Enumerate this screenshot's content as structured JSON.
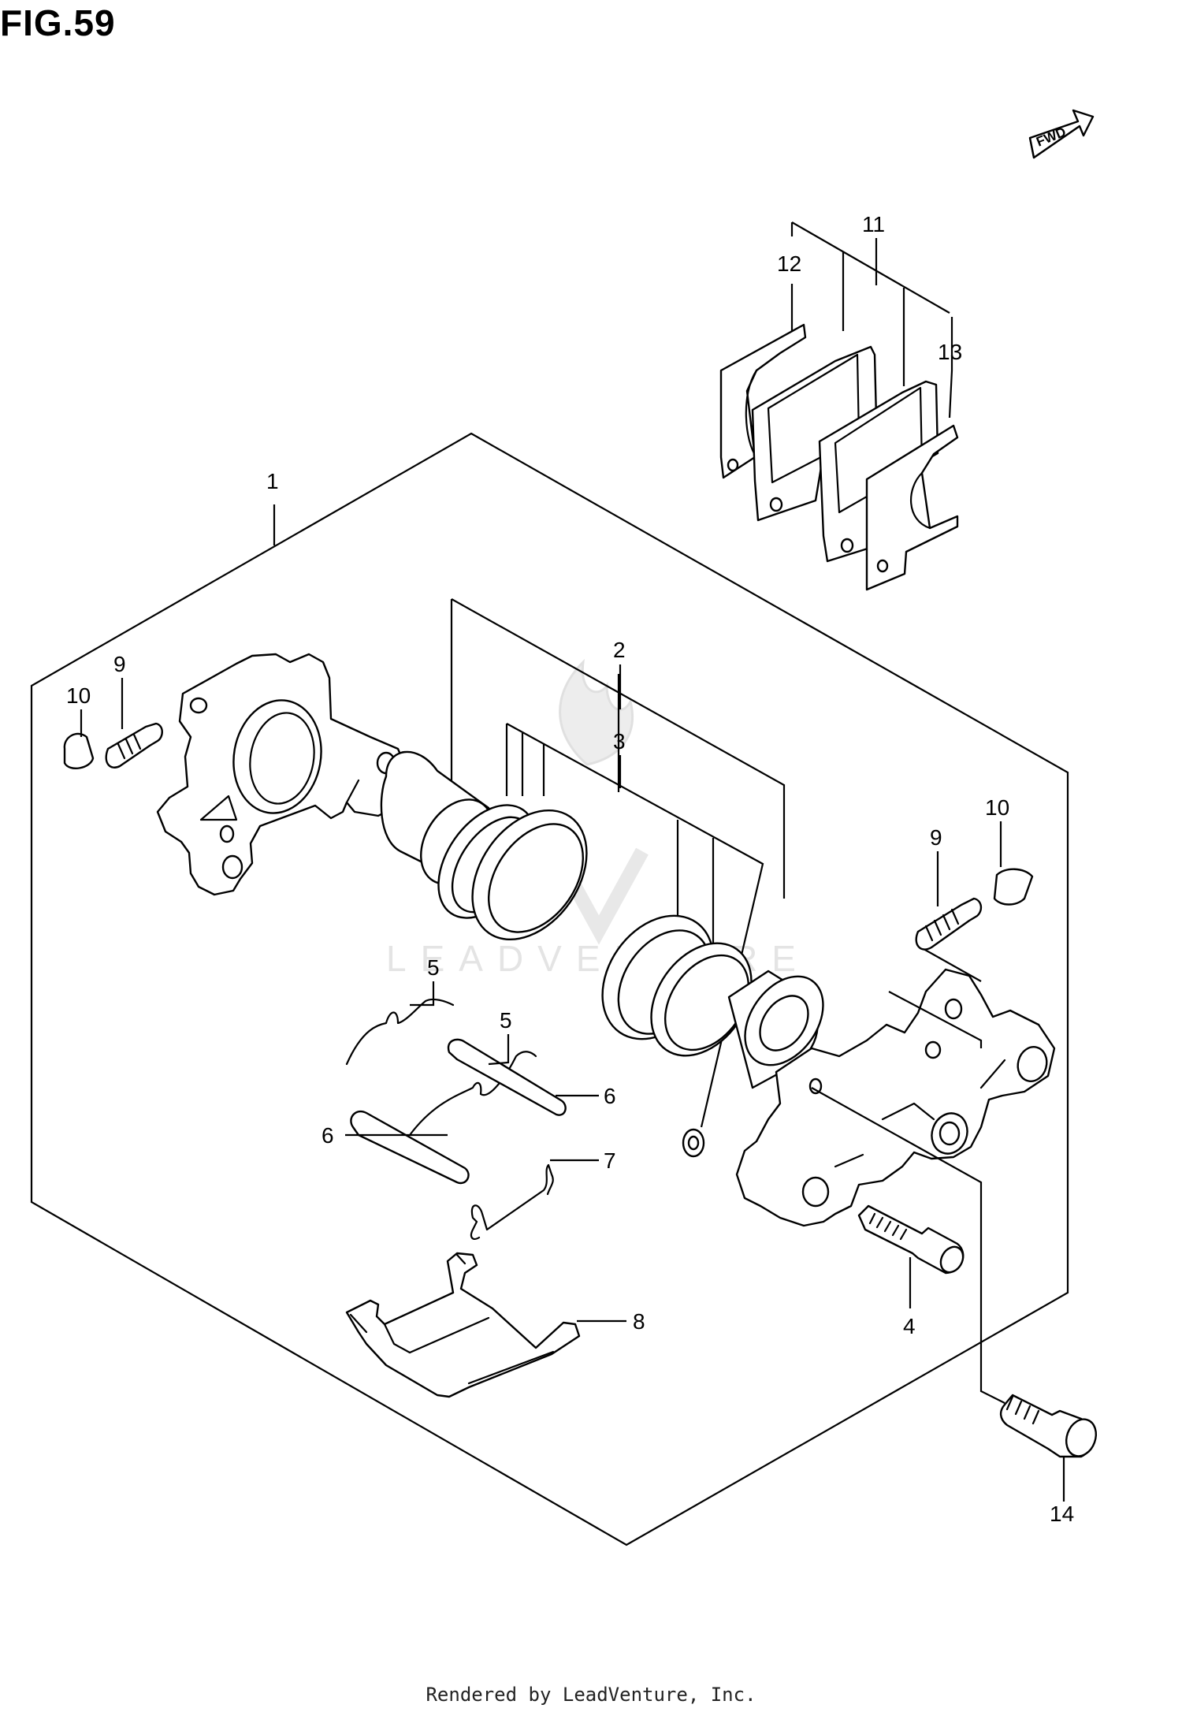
{
  "figure": {
    "title": "FIG.59",
    "direction_badge": "FWD"
  },
  "watermark": "LEADVENTURE",
  "callouts": [
    {
      "id": "1",
      "label": "1"
    },
    {
      "id": "2",
      "label": "2"
    },
    {
      "id": "3",
      "label": "3"
    },
    {
      "id": "4",
      "label": "4"
    },
    {
      "id": "5a",
      "label": "5"
    },
    {
      "id": "5b",
      "label": "5"
    },
    {
      "id": "6a",
      "label": "6"
    },
    {
      "id": "6b",
      "label": "6"
    },
    {
      "id": "7",
      "label": "7"
    },
    {
      "id": "8",
      "label": "8"
    },
    {
      "id": "9a",
      "label": "9"
    },
    {
      "id": "9b",
      "label": "9"
    },
    {
      "id": "10a",
      "label": "10"
    },
    {
      "id": "10b",
      "label": "10"
    },
    {
      "id": "11",
      "label": "11"
    },
    {
      "id": "12",
      "label": "12"
    },
    {
      "id": "13",
      "label": "13"
    },
    {
      "id": "14",
      "label": "14"
    }
  ],
  "footer": "Rendered by LeadVenture, Inc."
}
